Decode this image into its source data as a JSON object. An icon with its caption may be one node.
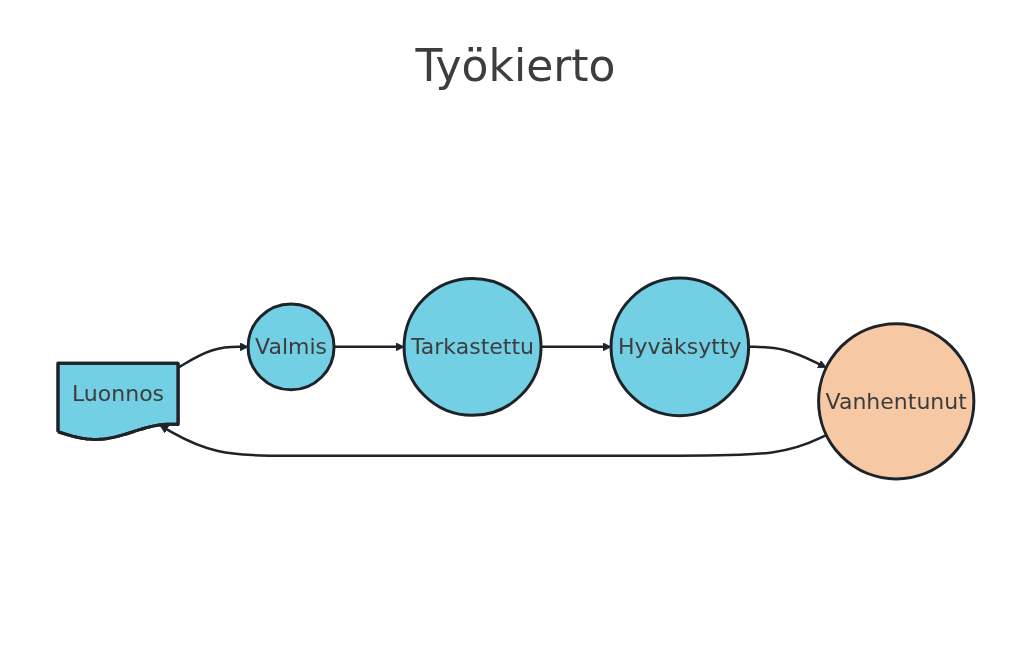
{
  "diagram": {
    "title": "Työkierto",
    "nodes": [
      {
        "text": [
          "Luonnos"
        ]
      },
      {
        "text": [
          "Valmis"
        ]
      },
      {
        "text": [
          "Tarkastettu"
        ]
      },
      {
        "text": [
          "Hyväksytty"
        ]
      },
      {
        "text": [
          "Vanhentunut"
        ]
      }
    ],
    "edges": [
      {
        "from": 0,
        "to": 1,
        "arrow": "to"
      },
      {
        "from": 1,
        "to": 2,
        "arrow": "to"
      },
      {
        "from": 2,
        "to": 3,
        "arrow": "to"
      },
      {
        "from": 3,
        "to": 4,
        "arrow": "to"
      },
      {
        "from": 4,
        "to": 0,
        "arrow": "to"
      }
    ]
  }
}
